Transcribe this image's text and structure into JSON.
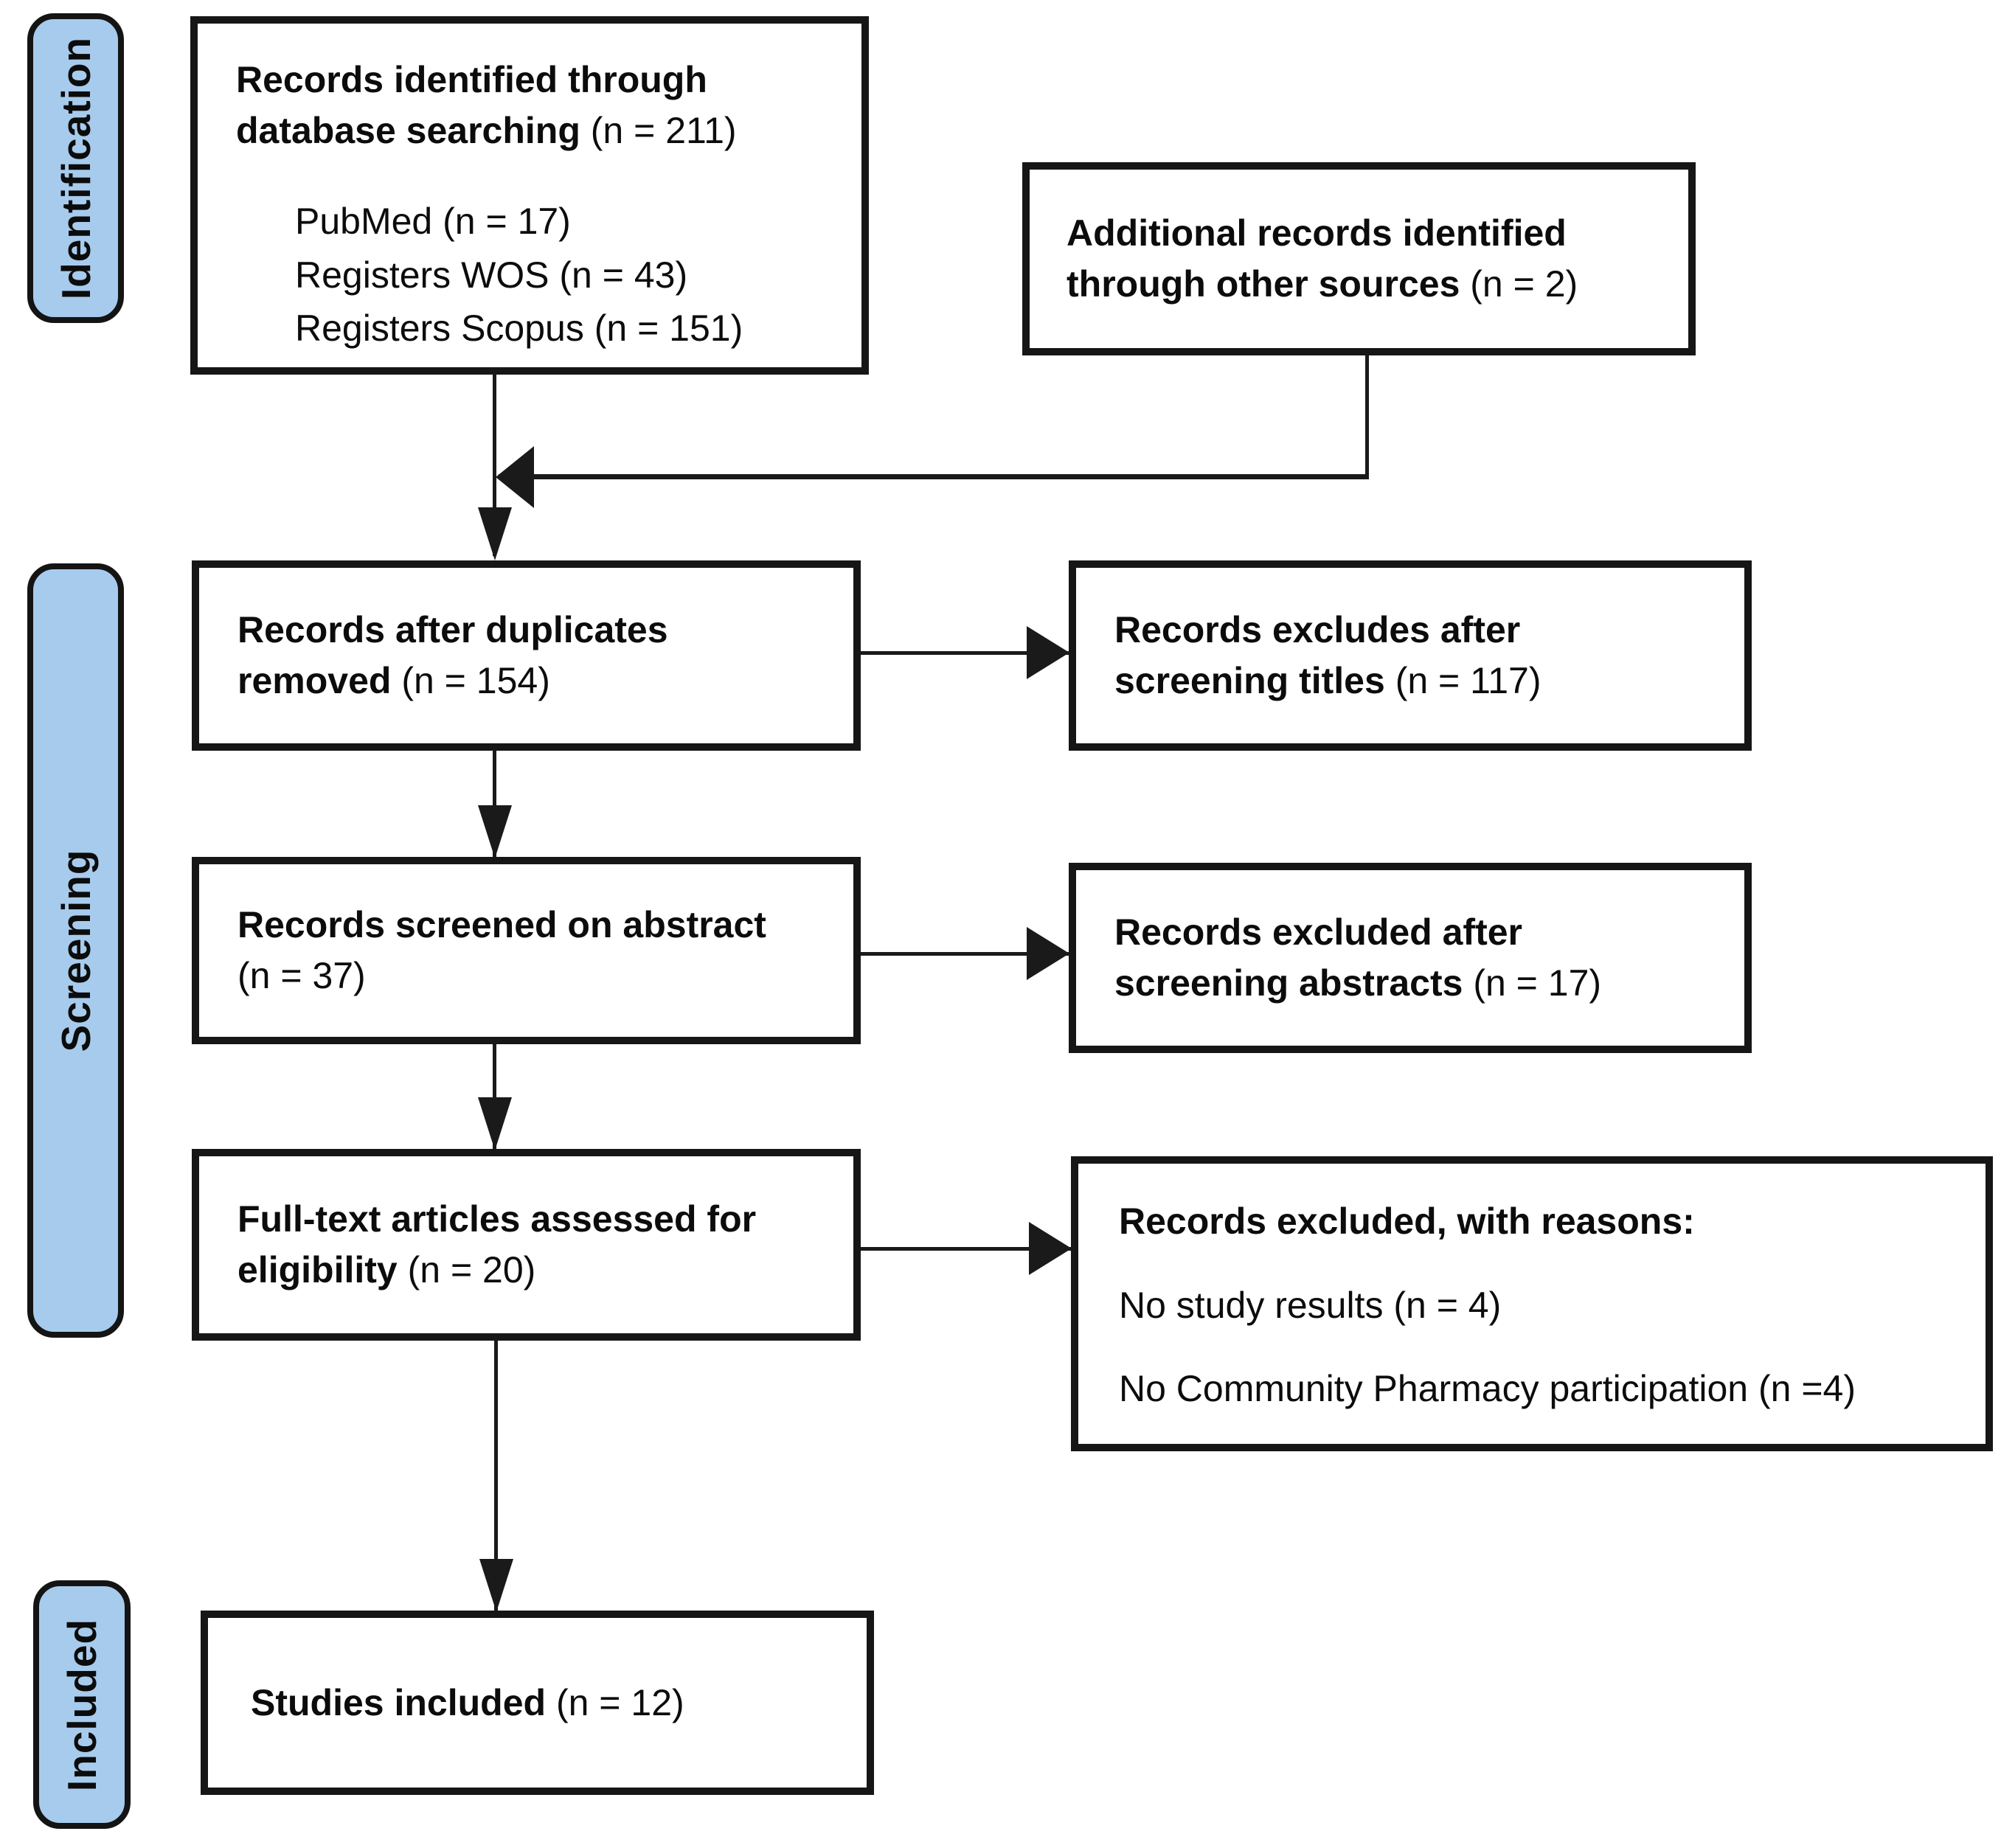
{
  "stages": {
    "identification": "Identification",
    "screening": "Screening",
    "included": "Included"
  },
  "boxes": {
    "identified": {
      "line1_bold": "Records identified through",
      "line2_bold": "database searching ",
      "line2_normal": "(n = 211)",
      "sources": [
        "PubMed (n = 17)",
        "Registers WOS (n = 43)",
        "Registers Scopus (n = 151)"
      ]
    },
    "additional": {
      "line1_bold": "Additional records identified",
      "line2_bold": "through other sources ",
      "line2_normal": "(n = 2)"
    },
    "duplicates_removed": {
      "line1_bold": "Records after duplicates",
      "line2_bold": "removed ",
      "line2_normal": "(n = 154)"
    },
    "excluded_titles": {
      "line1_bold": "Records excludes after",
      "line2_bold": "screening titles ",
      "line2_normal": "(n = 117)"
    },
    "screened_abstract": {
      "line1_bold": "Records screened on abstract",
      "line2_normal": "(n = 37)"
    },
    "excluded_abstracts": {
      "line1_bold": "Records excluded after",
      "line2_bold": "screening abstracts ",
      "line2_normal": "(n = 17)"
    },
    "fulltext": {
      "line1_bold": "Full-text articles assessed for",
      "line2_bold": "eligibility ",
      "line2_normal": "(n = 20)"
    },
    "excluded_reasons": {
      "heading_bold": "Records excluded, with reasons:",
      "reason1": "No study results (n = 4)",
      "reason2": "No Community Pharmacy participation (n =4)"
    },
    "included_studies": {
      "line1_bold": "Studies included ",
      "line1_normal": "(n = 12)"
    }
  },
  "colors": {
    "stage_tab_fill": "#a7cbec",
    "stage_tab_border": "#141414",
    "box_border": "#161616",
    "arrow": "#1a1a1a",
    "text": "#0c0c0c",
    "background": "#ffffff"
  }
}
